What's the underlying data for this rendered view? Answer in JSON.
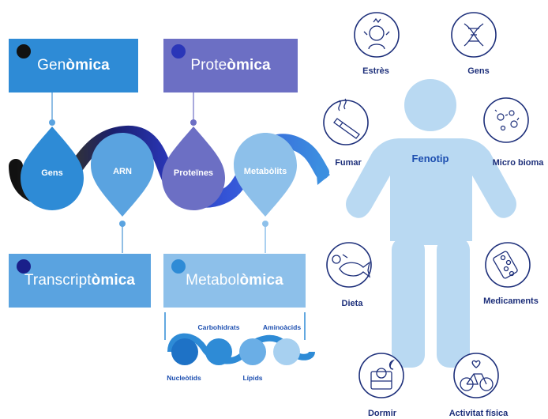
{
  "omics": {
    "genomica": {
      "prefix": "Gen",
      "suffix": "òmica"
    },
    "proteomica": {
      "prefix": "Prote",
      "suffix": "òmica"
    },
    "transcriptomica": {
      "prefix": "Transcript",
      "suffix": "òmica"
    },
    "metabolomica": {
      "prefix": "Metabol",
      "suffix": "òmica"
    }
  },
  "drops": {
    "gens": "Gens",
    "arn": "ARN",
    "proteines": "Proteïnes",
    "metabolits": "Metabòlits"
  },
  "metabolomics_items": {
    "carbohidrats": "Carbohidrats",
    "aminoacids": "Aminoàcids",
    "nucleotids": "Nucleòtids",
    "lipids": "Lípids"
  },
  "phenotype": {
    "center_label": "Fenotip",
    "factors": {
      "estres": "Estrès",
      "gens": "Gens",
      "fumar": "Fumar",
      "microbioma": "Micro bioma",
      "dieta": "Dieta",
      "medicaments": "Medicaments",
      "dormir": "Dormir",
      "activitat": "Activitat física"
    }
  },
  "colors": {
    "genomics_blue": "#2e8bd6",
    "proteomics_purple": "#6c6fc4",
    "transcriptomics_blue": "#5aa3e0",
    "metabolomics_light": "#8dc0ea",
    "navy": "#1a1f8a",
    "body_light": "#b9d9f2",
    "text_navy": "#1d2f7a"
  }
}
